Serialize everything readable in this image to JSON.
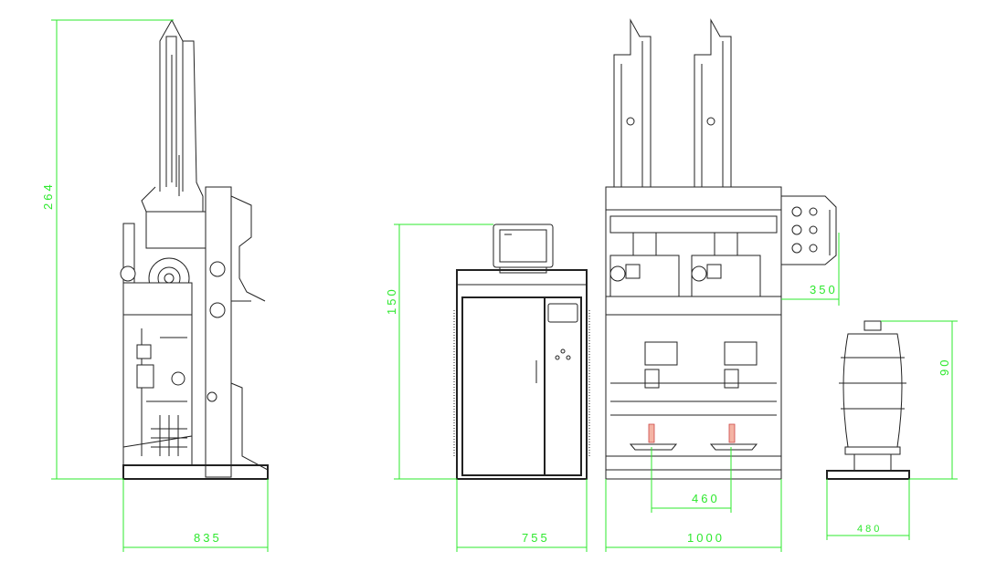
{
  "title": "Machine layout drawing – side, control cabinet, front and bin views",
  "colors": {
    "dimension": "#2ee82e",
    "linework": "#222222"
  },
  "dimensions": {
    "side_height": "264",
    "side_depth": "835",
    "cabinet_height": "150",
    "cabinet_width": "755",
    "front_width": "1000",
    "station_pitch": "460",
    "valve_panel_offset": "350",
    "bin_height": "90",
    "bin_width": "480"
  }
}
